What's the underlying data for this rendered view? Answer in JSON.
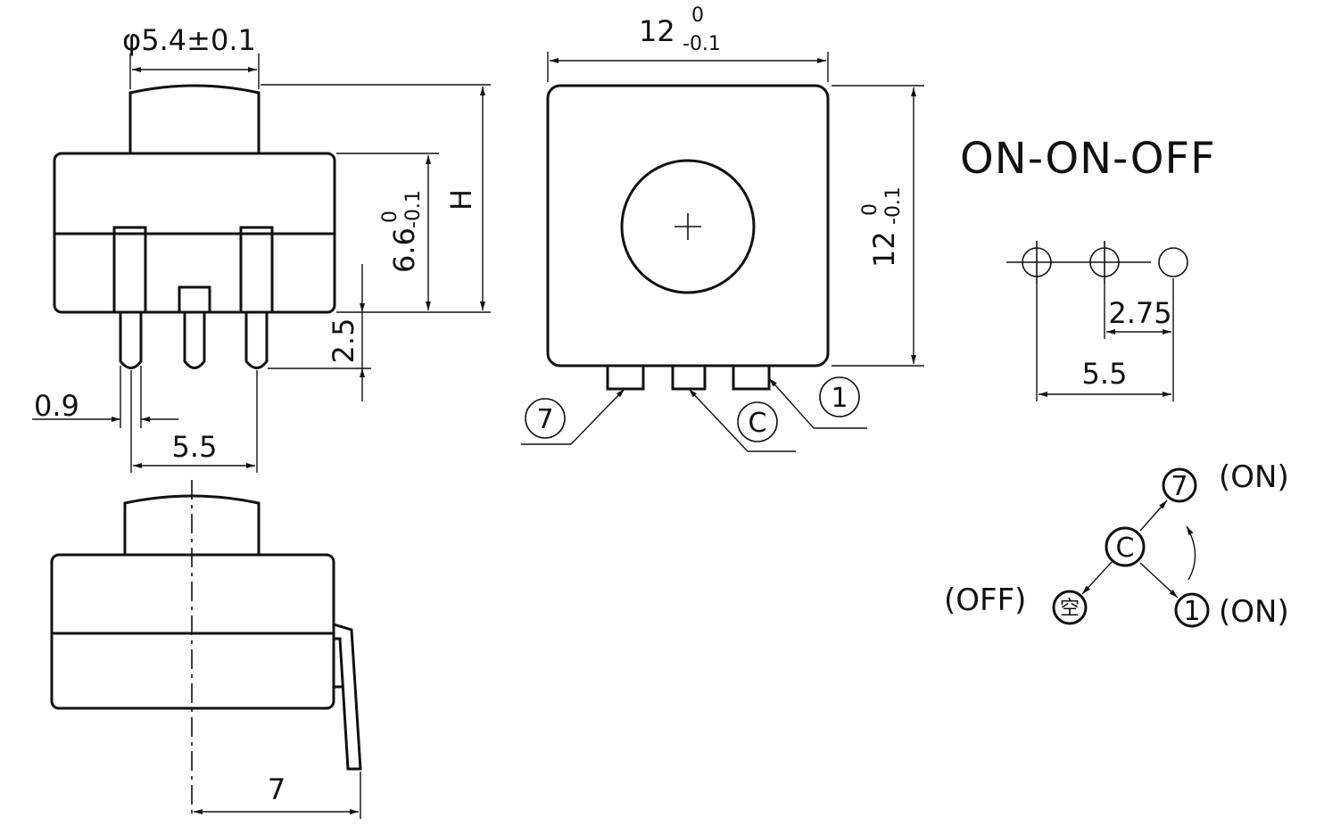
{
  "mode_title": "ON-ON-OFF",
  "dims": {
    "cap_diameter": "φ5.4±0.1",
    "top_width_main": "12",
    "top_width_upper": "0",
    "top_width_lower": "-0.1",
    "side_height_main": "12",
    "side_height_upper": "0",
    "side_height_lower": "-0.1",
    "body_height_main": "6.6",
    "body_height_upper": "0",
    "body_height_lower": "-0.1",
    "overall_height": "H",
    "pin_length": "2.5",
    "pin_width": "0.9",
    "pin_spacing": "5.5",
    "side_pin_offset": "7",
    "hole_pitch_small": "2.75",
    "hole_pitch_large": "5.5"
  },
  "terminals": {
    "t7": "7",
    "tc": "C",
    "t1": "1",
    "empty": "空"
  },
  "states": {
    "on_7": "(ON)",
    "on_1": "(ON)",
    "off": "(OFF)"
  }
}
